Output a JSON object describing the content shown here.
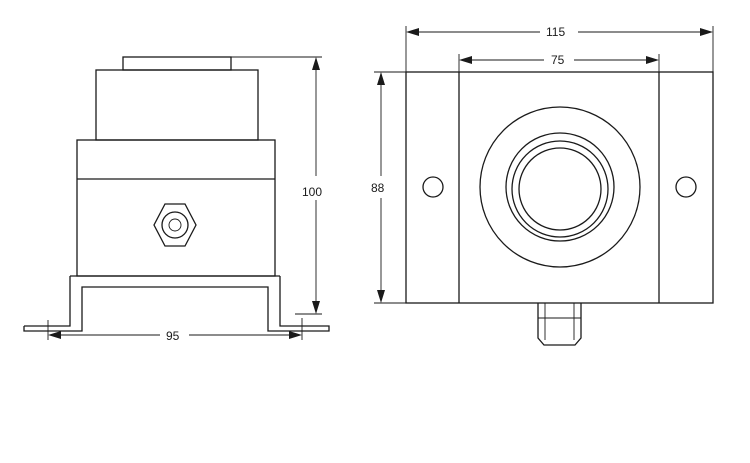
{
  "dimensions": {
    "left_width": "95",
    "left_height": "100",
    "right_outer_width": "115",
    "right_inner_width": "75",
    "right_height": "88"
  },
  "colors": {
    "line": "#1a1a1a",
    "background": "#ffffff"
  }
}
